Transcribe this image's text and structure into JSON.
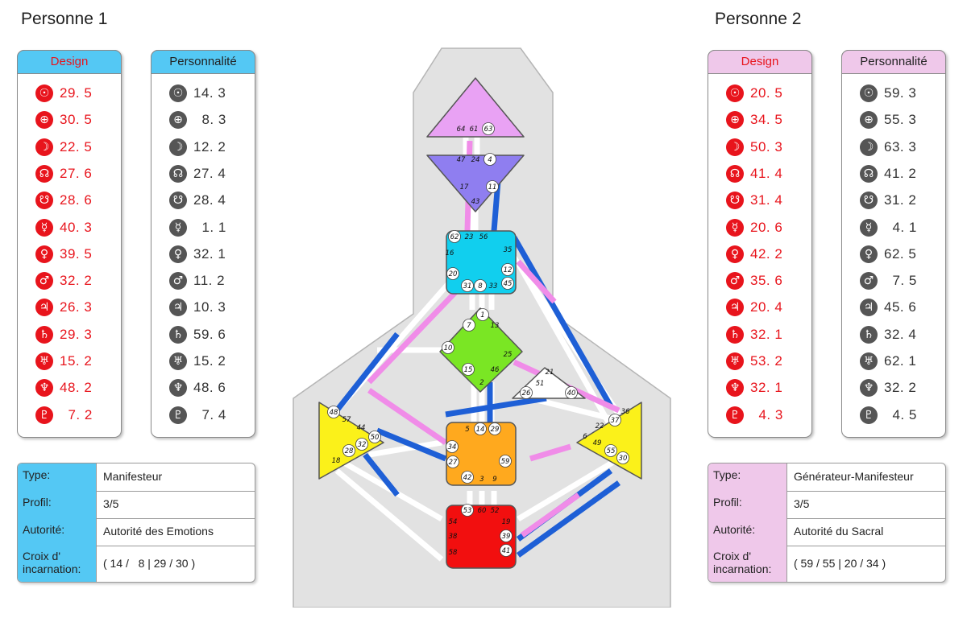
{
  "person1": {
    "title": "Personne 1",
    "design": {
      "header": "Design",
      "rows": [
        {
          "icon": "sun-icon",
          "glyph": "☉",
          "value": "29. 5"
        },
        {
          "icon": "earth-icon",
          "glyph": "⊕",
          "value": "30. 5"
        },
        {
          "icon": "moon-icon",
          "glyph": "☽",
          "value": "22. 5"
        },
        {
          "icon": "north-node-icon",
          "glyph": "☊",
          "value": "27. 6"
        },
        {
          "icon": "south-node-icon",
          "glyph": "☋",
          "value": "28. 6"
        },
        {
          "icon": "mercury-icon",
          "glyph": "☿",
          "value": "40. 3"
        },
        {
          "icon": "venus-icon",
          "glyph": "♀",
          "value": "39. 5"
        },
        {
          "icon": "mars-icon",
          "glyph": "♂",
          "value": "32. 2"
        },
        {
          "icon": "jupiter-icon",
          "glyph": "♃",
          "value": "26. 3"
        },
        {
          "icon": "saturn-icon",
          "glyph": "♄",
          "value": "29. 3"
        },
        {
          "icon": "uranus-icon",
          "glyph": "♅",
          "value": "15. 2"
        },
        {
          "icon": "neptune-icon",
          "glyph": "♆",
          "value": "48. 2"
        },
        {
          "icon": "pluto-icon",
          "glyph": "♇",
          "value": "  7. 2"
        }
      ]
    },
    "personality": {
      "header": "Personnalité",
      "rows": [
        {
          "icon": "sun-icon",
          "glyph": "☉",
          "value": "14. 3"
        },
        {
          "icon": "earth-icon",
          "glyph": "⊕",
          "value": "  8. 3"
        },
        {
          "icon": "moon-icon",
          "glyph": "☽",
          "value": "12. 2"
        },
        {
          "icon": "north-node-icon",
          "glyph": "☊",
          "value": "27. 4"
        },
        {
          "icon": "south-node-icon",
          "glyph": "☋",
          "value": "28. 4"
        },
        {
          "icon": "mercury-icon",
          "glyph": "☿",
          "value": "  1. 1"
        },
        {
          "icon": "venus-icon",
          "glyph": "♀",
          "value": "32. 1"
        },
        {
          "icon": "mars-icon",
          "glyph": "♂",
          "value": "11. 2"
        },
        {
          "icon": "jupiter-icon",
          "glyph": "♃",
          "value": "10. 3"
        },
        {
          "icon": "saturn-icon",
          "glyph": "♄",
          "value": "59. 6"
        },
        {
          "icon": "uranus-icon",
          "glyph": "♅",
          "value": "15. 2"
        },
        {
          "icon": "neptune-icon",
          "glyph": "♆",
          "value": "48. 6"
        },
        {
          "icon": "pluto-icon",
          "glyph": "♇",
          "value": "  7. 4"
        }
      ]
    },
    "info": {
      "type_label": "Type:",
      "type_value": "Manifesteur",
      "profile_label": "Profil:",
      "profile_value": "3/5",
      "authority_label": "Autorité:",
      "authority_value": "Autorité des Emotions",
      "cross_label_1": "Croix d'",
      "cross_label_2": "incarnation:",
      "cross_value": "( 14 /   8 | 29 / 30 )"
    }
  },
  "person2": {
    "title": "Personne 2",
    "design": {
      "header": "Design",
      "rows": [
        {
          "icon": "sun-icon",
          "glyph": "☉",
          "value": "20. 5"
        },
        {
          "icon": "earth-icon",
          "glyph": "⊕",
          "value": "34. 5"
        },
        {
          "icon": "moon-icon",
          "glyph": "☽",
          "value": "50. 3"
        },
        {
          "icon": "north-node-icon",
          "glyph": "☊",
          "value": "41. 4"
        },
        {
          "icon": "south-node-icon",
          "glyph": "☋",
          "value": "31. 4"
        },
        {
          "icon": "mercury-icon",
          "glyph": "☿",
          "value": "20. 6"
        },
        {
          "icon": "venus-icon",
          "glyph": "♀",
          "value": "42. 2"
        },
        {
          "icon": "mars-icon",
          "glyph": "♂",
          "value": "35. 6"
        },
        {
          "icon": "jupiter-icon",
          "glyph": "♃",
          "value": "20. 4"
        },
        {
          "icon": "saturn-icon",
          "glyph": "♄",
          "value": "32. 1"
        },
        {
          "icon": "uranus-icon",
          "glyph": "♅",
          "value": "53. 2"
        },
        {
          "icon": "neptune-icon",
          "glyph": "♆",
          "value": "32. 1"
        },
        {
          "icon": "pluto-icon",
          "glyph": "♇",
          "value": "  4. 3"
        }
      ]
    },
    "personality": {
      "header": "Personnalité",
      "rows": [
        {
          "icon": "sun-icon",
          "glyph": "☉",
          "value": "59. 3"
        },
        {
          "icon": "earth-icon",
          "glyph": "⊕",
          "value": "55. 3"
        },
        {
          "icon": "moon-icon",
          "glyph": "☽",
          "value": "63. 3"
        },
        {
          "icon": "north-node-icon",
          "glyph": "☊",
          "value": "41. 2"
        },
        {
          "icon": "south-node-icon",
          "glyph": "☋",
          "value": "31. 2"
        },
        {
          "icon": "mercury-icon",
          "glyph": "☿",
          "value": "  4. 1"
        },
        {
          "icon": "venus-icon",
          "glyph": "♀",
          "value": "62. 5"
        },
        {
          "icon": "mars-icon",
          "glyph": "♂",
          "value": "  7. 5"
        },
        {
          "icon": "jupiter-icon",
          "glyph": "♃",
          "value": "45. 6"
        },
        {
          "icon": "saturn-icon",
          "glyph": "♄",
          "value": "32. 4"
        },
        {
          "icon": "uranus-icon",
          "glyph": "♅",
          "value": "62. 1"
        },
        {
          "icon": "neptune-icon",
          "glyph": "♆",
          "value": "32. 2"
        },
        {
          "icon": "pluto-icon",
          "glyph": "♇",
          "value": "  4. 5"
        }
      ]
    },
    "info": {
      "type_label": "Type:",
      "type_value": "Générateur-Manifesteur",
      "profile_label": "Profil:",
      "profile_value": "3/5",
      "authority_label": "Autorité:",
      "authority_value": "Autorité du Sacral",
      "cross_label_1": "Croix d'",
      "cross_label_2": "incarnation:",
      "cross_value": "( 59 / 55 | 20 / 34 )"
    }
  },
  "colors": {
    "design_red": "#e8141c",
    "personality_gray": "#555555",
    "person1_header": "#54c8f4",
    "person2_header": "#efc8ea",
    "channel_blue": "#1e5fd6",
    "channel_pink": "#f08ce8",
    "background_shape": "#e2e2e2"
  },
  "bodygraph": {
    "head_gates": [
      "64",
      "61",
      "63"
    ],
    "ajna_gates": [
      "47",
      "24",
      "4",
      "17",
      "11",
      "43"
    ],
    "throat_gates": [
      "62",
      "23",
      "56",
      "16",
      "35",
      "12",
      "20",
      "31",
      "8",
      "33",
      "45"
    ],
    "g_gates": [
      "1",
      "7",
      "13",
      "10",
      "25",
      "15",
      "46",
      "2"
    ],
    "ego_gates": [
      "21",
      "51",
      "26",
      "40"
    ],
    "spleen_gates": [
      "48",
      "57",
      "44",
      "50",
      "32",
      "28",
      "18"
    ],
    "sacral_gates": [
      "5",
      "14",
      "29",
      "34",
      "27",
      "59",
      "42",
      "3",
      "9"
    ],
    "solar_plexus_gates": [
      "36",
      "37",
      "22",
      "6",
      "49",
      "55",
      "30"
    ],
    "root_gates": [
      "53",
      "60",
      "52",
      "54",
      "19",
      "38",
      "39",
      "58",
      "41"
    ]
  }
}
